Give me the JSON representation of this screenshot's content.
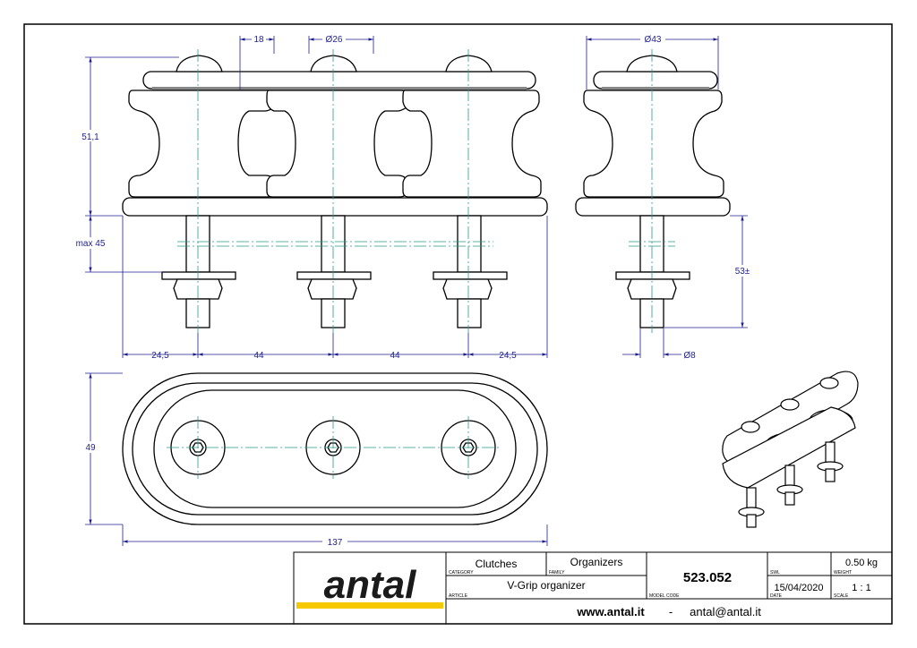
{
  "dims": {
    "d18": "18",
    "d26": "Ø26",
    "d43": "Ø43",
    "h51": "51,1",
    "max45": "max 45",
    "d53": "53±",
    "b24a": "24,5",
    "b44a": "44",
    "b44b": "44",
    "b24b": "24,5",
    "d8": "Ø8",
    "h49": "49",
    "w137": "137"
  },
  "title_block": {
    "logo": "antal",
    "category_value": "Clutches",
    "category_label": "CATEGORY",
    "family_value": "Organizers",
    "family_label": "FAMILY",
    "article_value": "V-Grip organizer",
    "article_label": "ARTICLE",
    "model_code": "523.052",
    "model_code_label": "MODEL CODE",
    "swl_label": "SWL",
    "weight_value": "0.50 kg",
    "weight_label": "WEIGHT",
    "date_value": "15/04/2020",
    "date_label": "DATE",
    "scale_value": "1 : 1",
    "scale_label": "SCALE",
    "website": "www.antal.it",
    "separator": "-",
    "email": "antal@antal.it"
  },
  "colors": {
    "dimension": "#1f1f8f",
    "centerline": "#2a9a8a",
    "logo_underline": "#f5c800"
  }
}
